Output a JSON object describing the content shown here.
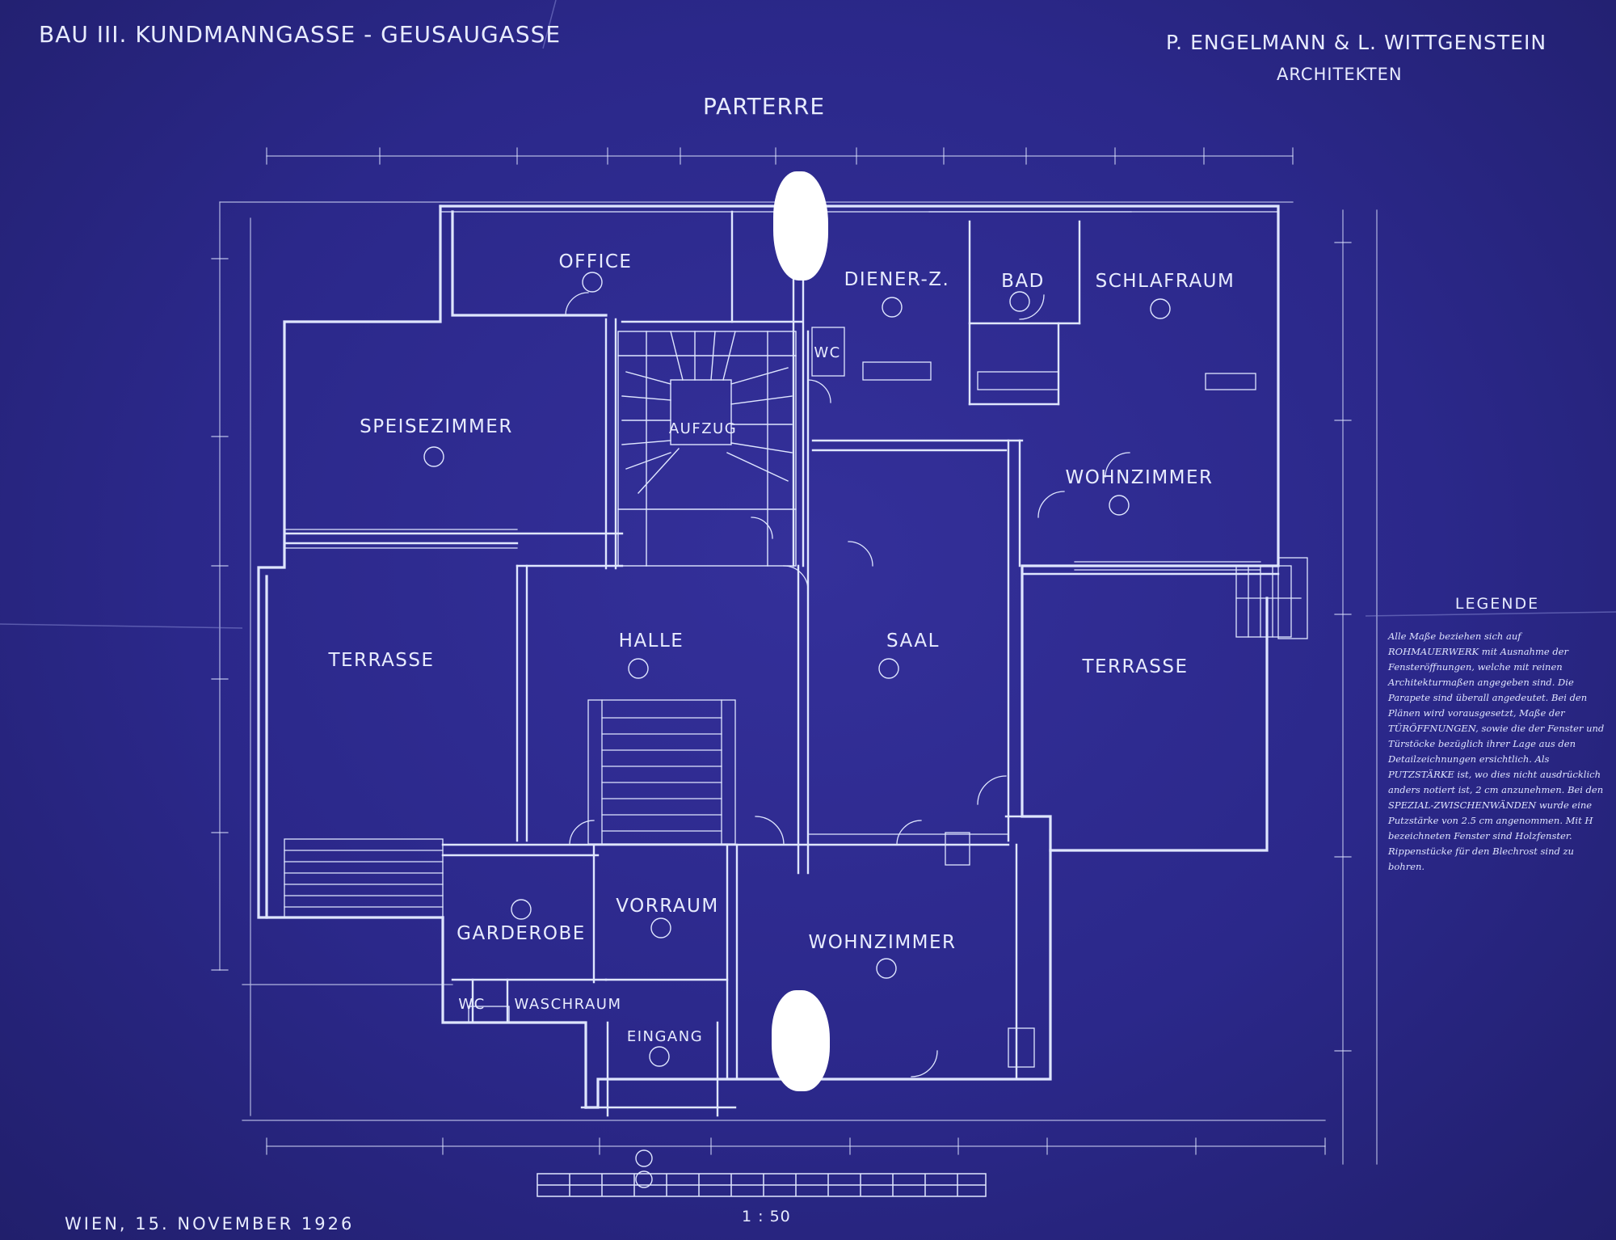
{
  "header": {
    "project": "BAU III. KUNDMANNGASSE - GEUSAUGASSE",
    "architects": "P. ENGELMANN & L. WITTGENSTEIN",
    "architects_sub": "ARCHITEKTEN",
    "floor": "PARTERRE"
  },
  "rooms": {
    "office": "OFFICE",
    "diener": "DIENER-Z.",
    "bad": "BAD",
    "schlafraum": "SCHLAFRAUM",
    "wc_upper": "WC",
    "speisezimmer": "SPEISEZIMMER",
    "aufzug": "AUFZUG",
    "wohnzimmer_east": "WOHNZIMMER",
    "terrasse_west": "TERRASSE",
    "halle": "HALLE",
    "saal": "SAAL",
    "terrasse_east": "TERRASSE",
    "vorraum": "VORRAUM",
    "garderobe": "GARDEROBE",
    "wohnzimmer_south": "WOHNZIMMER",
    "wc_lower": "WC",
    "waschraum": "WASCHRAUM",
    "eingang": "EINGANG"
  },
  "legend": {
    "title": "LEGENDE",
    "text": "Alle Maße beziehen sich auf ROHMAUERWERK mit Ausnahme der Fensteröffnungen, welche mit reinen Architekturmaßen angegeben sind. Die Parapete sind überall angedeutet. Bei den Plänen wird vorausgesetzt, Maße der TÜRÖFFNUNGEN, sowie die der Fenster und Türstöcke bezüglich ihrer Lage aus den Detailzeichnungen ersichtlich. Als PUTZSTÄRKE ist, wo dies nicht ausdrücklich anders notiert ist, 2 cm anzunehmen. Bei den SPEZIAL-ZWISCHENWÄNDEN wurde eine Putzstärke von 2.5 cm angenommen. Mit H bezeichneten Fenster sind Holzfenster. Rippenstücke für den Blechrost sind zu bohren."
  },
  "footer": {
    "date": "WIEN, 15. NOVEMBER 1926",
    "scale": "1 : 50"
  }
}
